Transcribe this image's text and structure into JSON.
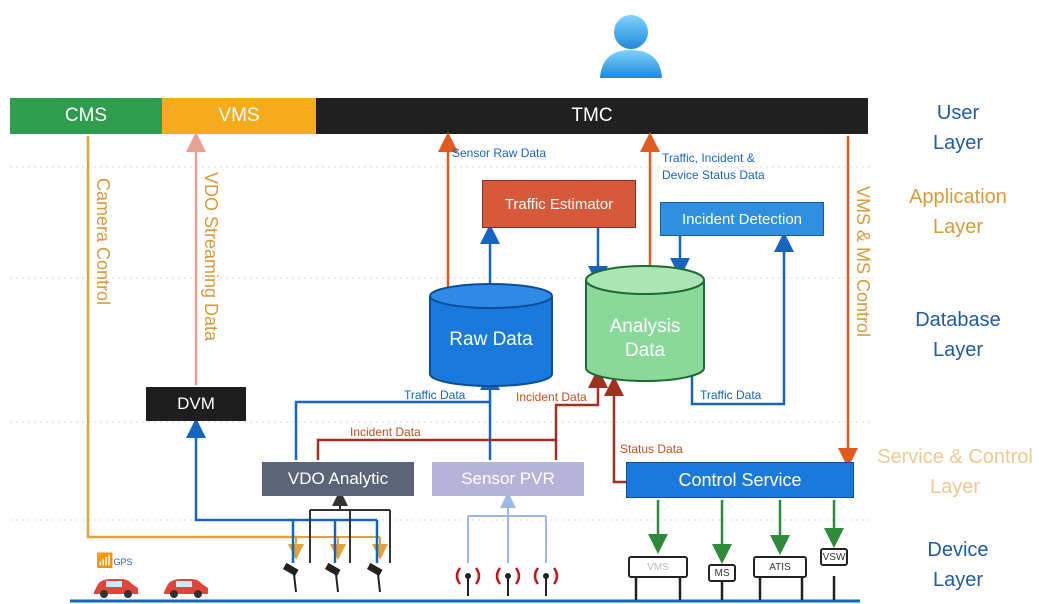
{
  "user_bar": {
    "cms": "CMS",
    "vms": "VMS",
    "tmc": "TMC"
  },
  "layers": {
    "user": [
      "User",
      "Layer"
    ],
    "application": [
      "Application",
      "Layer"
    ],
    "database": [
      "Database",
      "Layer"
    ],
    "service": [
      "Service & Control",
      "Layer"
    ],
    "device": [
      "Device",
      "Layer"
    ]
  },
  "boxes": {
    "traffic_estimator": "Traffic Estimator",
    "incident_detection": "Incident Detection",
    "raw_data": "Raw Data",
    "analysis_data": [
      "Analysis",
      "Data"
    ],
    "dvm": "DVM",
    "vdo_analytic": "VDO Analytic",
    "sensor_pvr": "Sensor PVR",
    "control_service": "Control Service"
  },
  "labels": {
    "sensor_raw_data": "Sensor Raw Data",
    "traffic_incident_status": [
      "Traffic, Incident &",
      "Device Status Data"
    ],
    "traffic_data_1": "Traffic Data",
    "incident_data_1": "Incident Data",
    "traffic_data_2": "Traffic Data",
    "incident_data_2": "Incident Data",
    "status_data": "Status Data",
    "camera_control": "Camera Control",
    "vdo_streaming": "VDO Streaming Data",
    "vms_ms_control": "VMS & MS Control",
    "gps": "GPS"
  },
  "devices": {
    "vms": "VMS",
    "ms": "MS",
    "atis": "ATIS",
    "vsw": "VSW"
  },
  "colors": {
    "cms": "#2e9e4e",
    "vms": "#f5ab1a",
    "tmc": "#202020",
    "blue": "#1565c0",
    "orange": "#e05a22",
    "gold": "#e0a23a",
    "green": "#2e8b3a",
    "traffic_estimator": "#d65a3a",
    "incident_detection": "#2f8fe0",
    "sensor_pvr": "#b6b2d8",
    "vdo_analytic": "#5b6478"
  }
}
